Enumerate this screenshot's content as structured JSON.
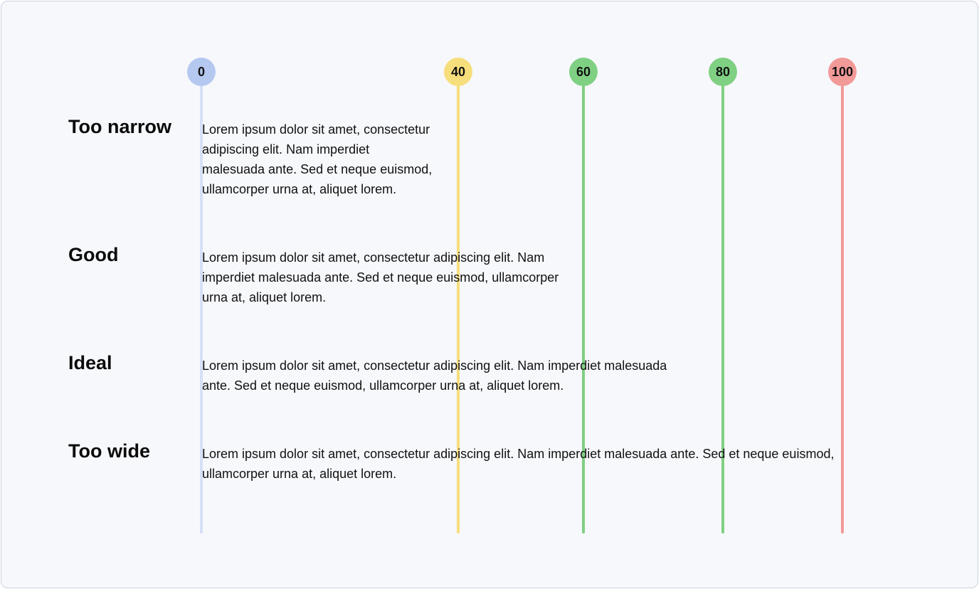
{
  "guides": [
    {
      "value": "0",
      "color": "#b5c8f0",
      "line_color": "#d6e1f7"
    },
    {
      "value": "40",
      "color": "#f7de7c",
      "line_color": "#f7de7c"
    },
    {
      "value": "60",
      "color": "#7fd083",
      "line_color": "#7fd083"
    },
    {
      "value": "80",
      "color": "#7fd083",
      "line_color": "#7fd083"
    },
    {
      "value": "100",
      "color": "#f29a98",
      "line_color": "#f29a98"
    }
  ],
  "rows": [
    {
      "label": "Too narrow",
      "lines": [
        "Lorem ipsum dolor sit amet, consectetur",
        "adipiscing elit. Nam imperdiet",
        "malesuada ante. Sed et neque euismod,",
        "ullamcorper urna at, aliquet lorem."
      ]
    },
    {
      "label": "Good",
      "lines": [
        "Lorem ipsum dolor sit amet, consectetur adipiscing elit. Nam",
        "imperdiet malesuada ante. Sed et neque euismod, ullamcorper",
        "urna at, aliquet lorem."
      ]
    },
    {
      "label": "Ideal",
      "lines": [
        "Lorem ipsum dolor sit amet, consectetur adipiscing elit. Nam imperdiet malesuada",
        "ante. Sed et neque euismod, ullamcorper urna at, aliquet lorem."
      ]
    },
    {
      "label": "Too wide",
      "lines": [
        "Lorem ipsum dolor sit amet, consectetur adipiscing elit. Nam imperdiet malesuada ante. Sed et neque euismod,",
        "ullamcorper urna at, aliquet lorem."
      ]
    }
  ]
}
